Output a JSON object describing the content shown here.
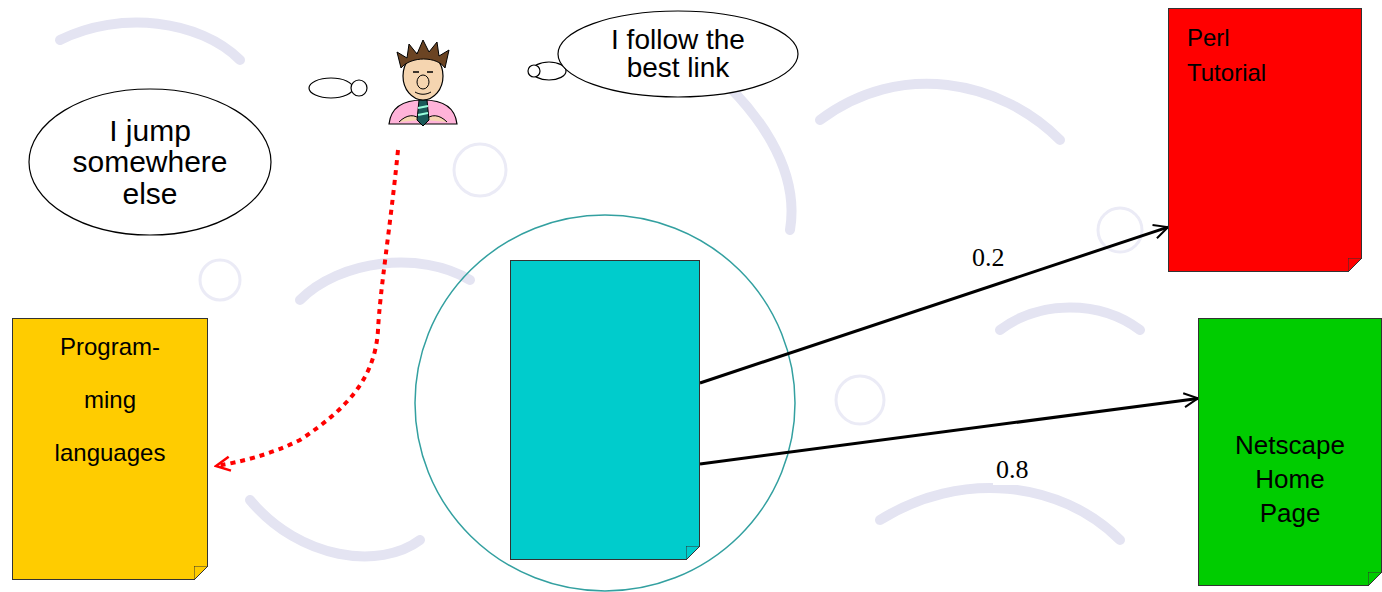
{
  "diagram": {
    "nodes": [
      {
        "text": [
          "I jump somewhere else"
        ]
      },
      {
        "text": [
          "I follow the best link"
        ]
      },
      {
        "text": [
          "Perl Tutorial"
        ]
      },
      {
        "text": [
          "Program- ming languages"
        ]
      },
      {
        "text": []
      },
      {
        "text": [
          "Netscape Home Page"
        ]
      }
    ],
    "edges": [
      {
        "from": 4,
        "to": 2,
        "arrow": "to",
        "label": "0.2"
      },
      {
        "from": 4,
        "to": 5,
        "arrow": "to",
        "label": "0.8"
      }
    ]
  }
}
